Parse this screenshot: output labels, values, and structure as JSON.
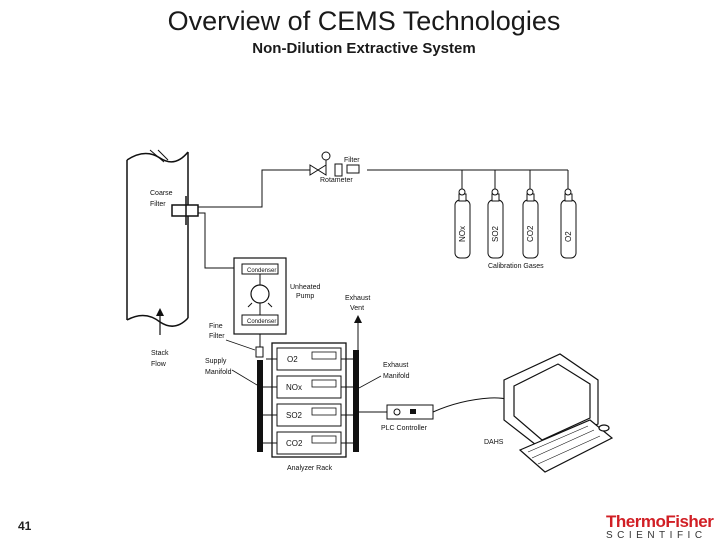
{
  "title": "Overview of CEMS Technologies",
  "subtitle": "Non-Dilution Extractive System",
  "page_number": "41",
  "logo": {
    "brand": "ThermoFisher",
    "sub": "SCIENTIFIC",
    "color": "#d11f25"
  },
  "labels": {
    "coarse_filter": [
      "Coarse",
      "Filter"
    ],
    "stack_flow": [
      "Stack",
      "Flow"
    ],
    "fine_filter": [
      "Fine",
      "Filter"
    ],
    "supply_manifold": [
      "Supply",
      "Manifold"
    ],
    "filter": "Filter",
    "rotameter": "Rotameter",
    "condenser_top": "Condenser",
    "condenser_bottom": "Condenser",
    "pump": [
      "Unheated",
      "Pump"
    ],
    "exhaust_vent": [
      "Exhaust",
      "Vent"
    ],
    "exhaust_manifold": [
      "Exhaust",
      "Manifold"
    ],
    "calibration_gases": "Calibration Gases",
    "plc_controller": "PLC Controller",
    "dahs": "DAHS",
    "analyzer_rack": "Analyzer Rack"
  },
  "cylinders": [
    "NOx",
    "SO2",
    "CO2",
    "O2"
  ],
  "analyzers": [
    "O2",
    "NOx",
    "SO2",
    "CO2"
  ]
}
